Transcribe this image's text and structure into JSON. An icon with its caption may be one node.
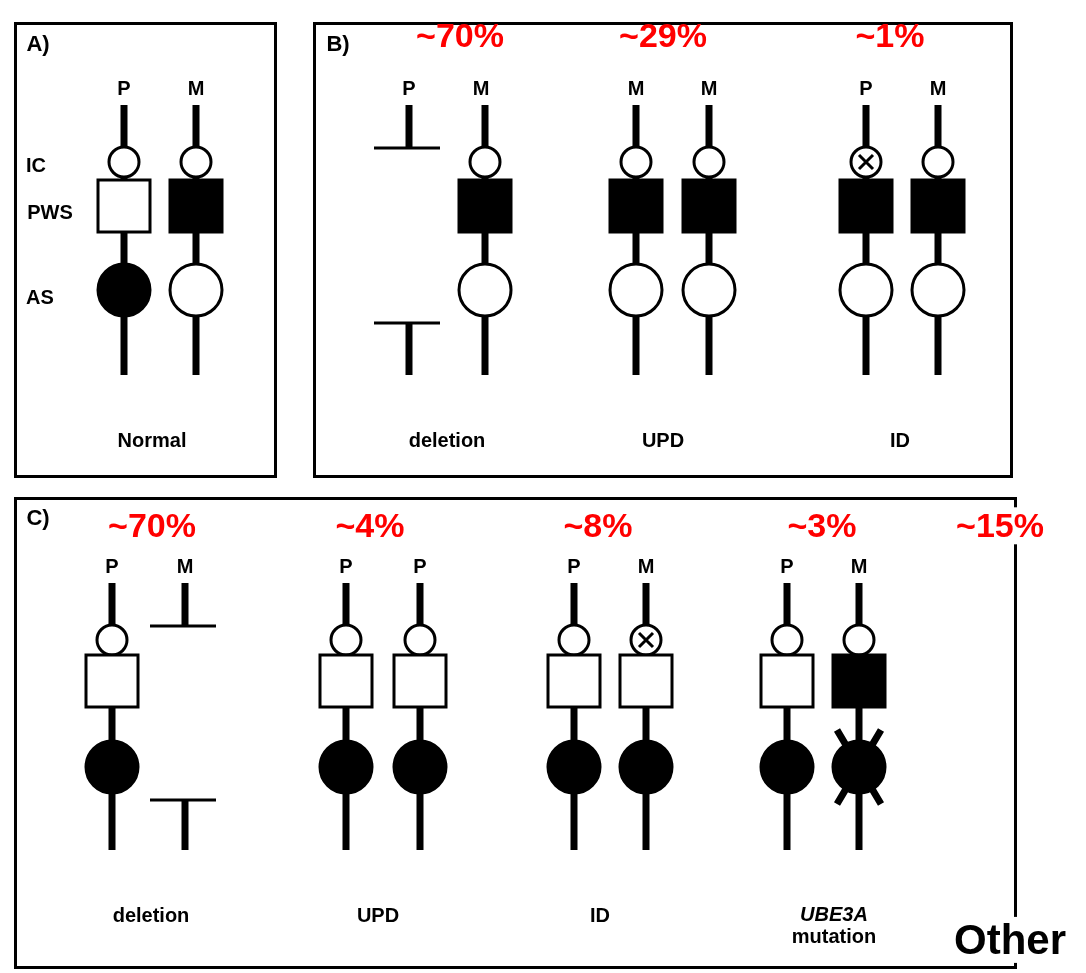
{
  "diagram": {
    "nodes": [
      {
        "text": [
          "A)",
          "P",
          "M",
          "IC",
          "PWS",
          "AS",
          "Normal"
        ]
      },
      {
        "text": [
          "B)",
          "~70%",
          "~29%",
          "~1%",
          "P",
          "M",
          "M",
          "M",
          "P",
          "M",
          "deletion",
          "UPD",
          "ID"
        ]
      },
      {
        "text": [
          "C)",
          "~70%",
          "~4%",
          "~8%",
          "~3%",
          "~15%",
          "P",
          "M",
          "P",
          "P",
          "P",
          "M",
          "P",
          "M",
          "deletion",
          "UPD",
          "ID",
          "*UBE3A* mutation"
        ]
      }
    ],
    "labels": [
      "Other"
    ]
  }
}
